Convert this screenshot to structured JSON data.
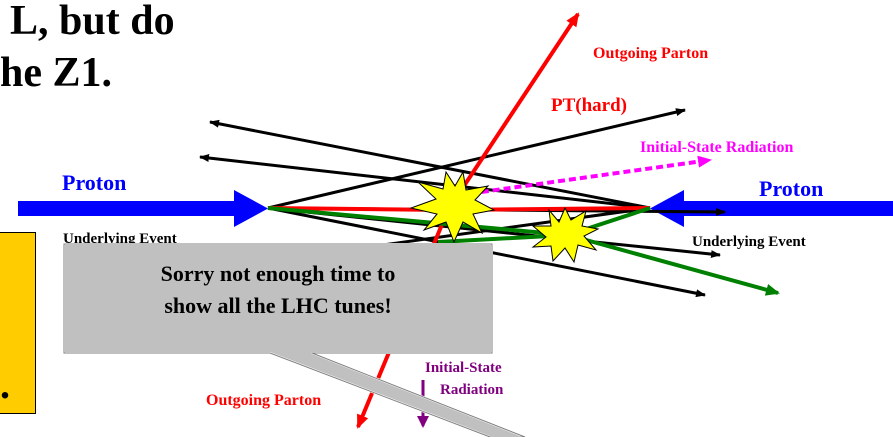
{
  "slide": {
    "title_line1": "L, but do",
    "title_line2": "he Z1.",
    "yellow_box_text": "."
  },
  "diagram": {
    "labels": {
      "outgoing_parton_top": "Outgoing Parton",
      "pt_hard": "PT(hard)",
      "initial_state_radiation_top": "Initial-State Radiation",
      "proton_left": "Proton",
      "proton_right": "Proton",
      "underlying_event_left": "Underlying Event",
      "underlying_event_right": "Underlying Event",
      "initial_state_radiation_bottom_line1": "Initial-State",
      "initial_state_radiation_bottom_line2": "Radiation",
      "outgoing_parton_bottom": "Outgoing Parton"
    },
    "colors": {
      "proton": "#0000ff",
      "parton": "#ff0000",
      "isr_top": "#ff00ff",
      "isr_bottom": "#800080",
      "green_track": "#008000",
      "underlying_event": "#000000",
      "collision_star": "#ffff00",
      "callout_fill": "#c0c0c0",
      "yellow_box": "#ffcc00"
    }
  },
  "callout": {
    "line1": "Sorry not enough time to",
    "line2": "show all the LHC tunes!"
  }
}
